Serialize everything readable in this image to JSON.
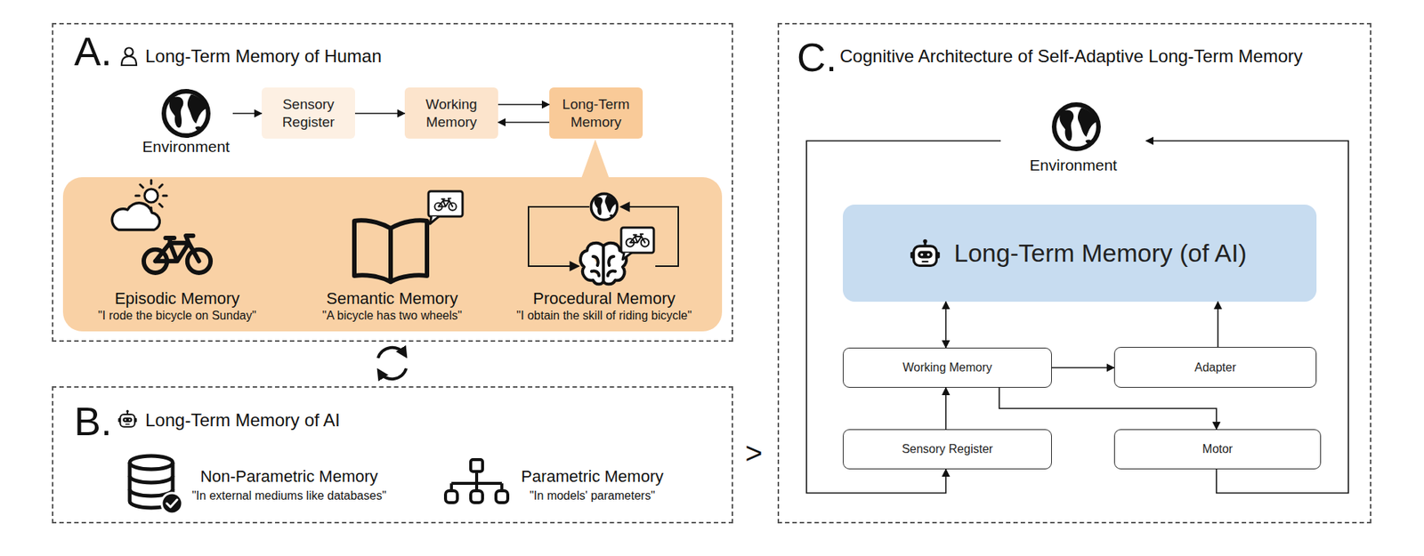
{
  "diagram": {
    "nodes": [
      {
        "text": [
          "A.",
          "Long-Term Memory of Human"
        ]
      },
      {
        "text": [
          "Environment"
        ],
        "in": 0
      },
      {
        "text": [
          "Sensory Register"
        ],
        "in": 0
      },
      {
        "text": [
          "Working Memory"
        ],
        "in": 0
      },
      {
        "text": [
          "Long-Term Memory"
        ],
        "in": 0
      },
      {
        "text": [
          "Episodic Memory",
          "\"I rode the bicycle on Sunday\"",
          "Semantic Memory",
          "\"A bicycle has two wheels\"",
          "Procedural Memory",
          "\"I obtain the skill of riding bicycle\""
        ],
        "in": 0
      },
      {
        "text": [
          "B.",
          "Long-Term Memory of AI",
          "Non-Parametric Memory",
          "\"In external mediums like databases\"",
          "Parametric Memory",
          "\"In models' parameters\""
        ]
      },
      {
        "text": [
          "C.",
          "Cognitive Architecture of Self-Adaptive Long-Term Memory"
        ]
      },
      {
        "text": [
          "Environment"
        ],
        "in": 7
      },
      {
        "text": [
          "Long-Term Memory (of AI)"
        ],
        "in": 7
      },
      {
        "text": [
          "Working Memory"
        ],
        "in": 7
      },
      {
        "text": [
          "Adapter"
        ],
        "in": 7
      },
      {
        "text": [
          "Sensory Register"
        ],
        "in": 7
      },
      {
        "text": [
          "Motor"
        ],
        "in": 7
      }
    ],
    "edges": [
      {
        "from": 1,
        "to": 2,
        "arrow": "to"
      },
      {
        "from": 2,
        "to": 3,
        "arrow": "to"
      },
      {
        "from": 3,
        "to": 4,
        "arrow": "to"
      },
      {
        "from": 4,
        "to": 3,
        "arrow": "to"
      },
      {
        "from": 10,
        "to": 9,
        "arrow": "both"
      },
      {
        "from": 10,
        "to": 11,
        "arrow": "to"
      },
      {
        "from": 11,
        "to": 9,
        "arrow": "to"
      },
      {
        "from": 10,
        "to": 13,
        "arrow": "to"
      },
      {
        "from": 12,
        "to": 10,
        "arrow": "to"
      },
      {
        "from": 8,
        "to": 12,
        "arrow": "to"
      },
      {
        "from": 13,
        "to": 8,
        "arrow": "to"
      }
    ],
    "labels": [
      ">"
    ]
  }
}
